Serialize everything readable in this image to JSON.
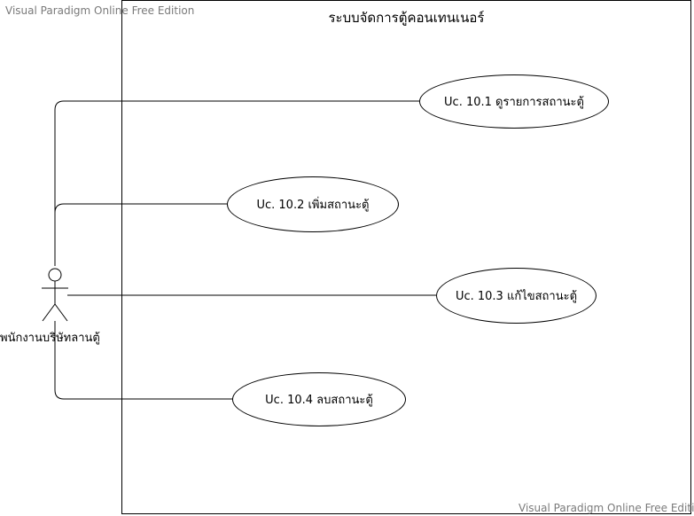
{
  "watermark_top": "Visual Paradigm Online Free Edition",
  "watermark_bottom": "Visual Paradigm Online Free Edition",
  "system": {
    "title": "ระบบจัดการตู้คอนเทนเนอร์"
  },
  "actor": {
    "label": "พนักงานบริษัทลานตู้"
  },
  "use_cases": [
    {
      "label": "Uc. 10.1 ดูรายการสถานะตู้"
    },
    {
      "label": "Uc. 10.2 เพิ่มสถานะตู้"
    },
    {
      "label": "Uc. 10.3 แก้ไขสถานะตู้"
    },
    {
      "label": "Uc. 10.4 ลบสถานะตู้"
    }
  ]
}
